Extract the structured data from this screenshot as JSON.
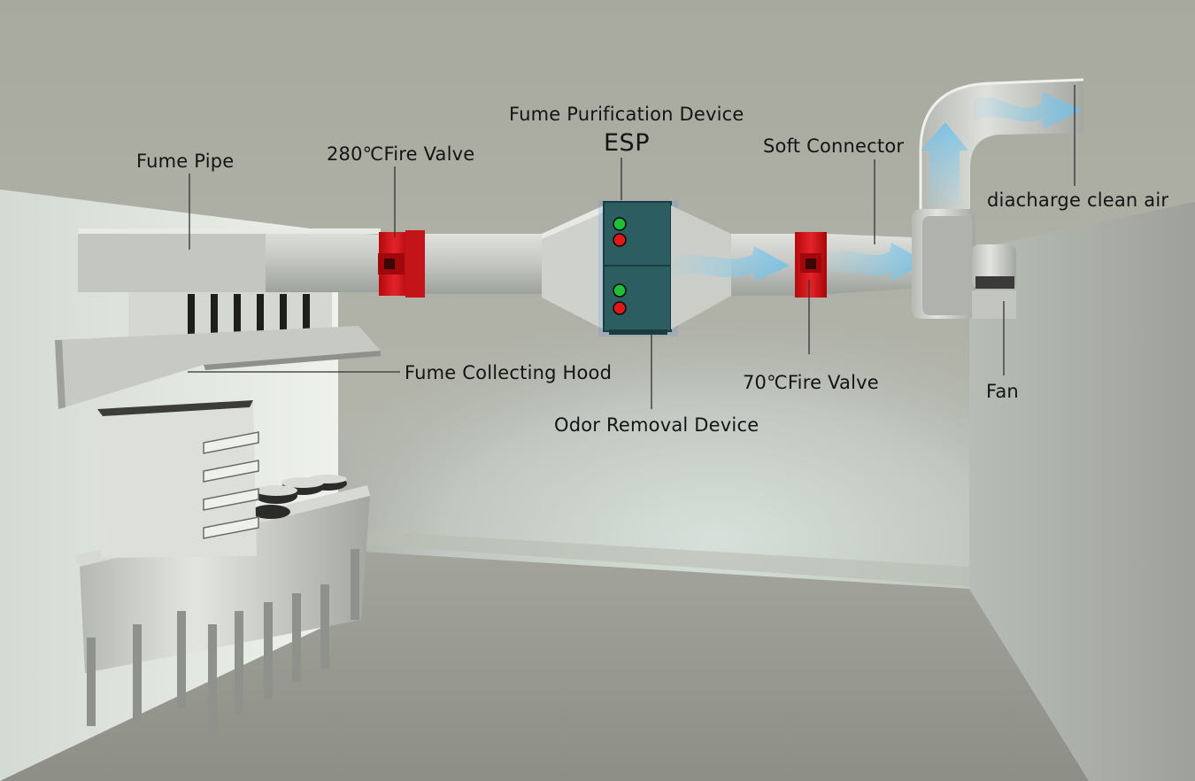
{
  "diagram": {
    "labels": {
      "fume_pipe": "Fume Pipe",
      "fire_valve_280": "280℃Fire Valve",
      "fume_purification_device": "Fume  Purification Device",
      "esp": "ESP",
      "soft_connector": "Soft Connector",
      "discharge_clean_air": "diacharge clean air",
      "fume_collecting_hood": "Fume Collecting Hood",
      "fire_valve_70": "70℃Fire Valve",
      "fan": "Fan",
      "odor_removal_device": "Odor Removal Device"
    },
    "colors": {
      "background_wall": "#a9aba0",
      "left_wall": "#e3e8e2",
      "duct_metal": "#c7cac4",
      "fire_valve_red": "#d2161a",
      "esp_cabinet": "#2c5d60",
      "indicator_green": "#1fbf3a",
      "indicator_red": "#e01818",
      "airflow_arrow": "#7fc4e6"
    }
  }
}
